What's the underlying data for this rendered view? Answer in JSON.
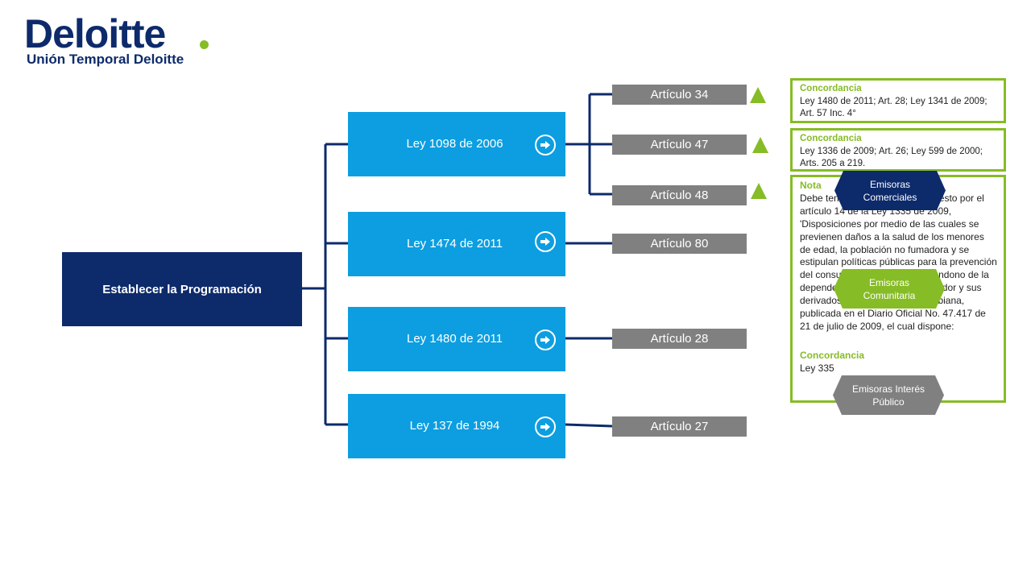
{
  "header": {
    "logo_text": "Deloitte",
    "subtitle": "Unión Temporal Deloitte"
  },
  "main": {
    "label": "Establecer la Programación"
  },
  "leyes": [
    {
      "label": "Ley 1098 de 2006",
      "icon": "arrow-right-circle-icon"
    },
    {
      "label": "Ley 1474 de 2011",
      "icon": "arrow-right-circle-icon"
    },
    {
      "label": "Ley 1480 de 2011",
      "icon": "arrow-right-circle-icon"
    },
    {
      "label": "Ley 137 de 1994",
      "icon": "arrow-right-circle-icon"
    }
  ],
  "articulos": [
    {
      "label": "Artículo 34"
    },
    {
      "label": "Artículo 47"
    },
    {
      "label": "Artículo 48"
    },
    {
      "label": "Artículo 80"
    },
    {
      "label": "Artículo 28"
    },
    {
      "label": "Artículo 27"
    }
  ],
  "notes": [
    {
      "head": "Concordancia",
      "body": "Ley 1480 de 2011; Art. 28;  Ley 1341 de 2009; Art. 57 Inc. 4°"
    },
    {
      "head": "Concordancia",
      "body": "Ley 1336 de 2009; Art. 26; Ley 599 de 2000; Arts. 205 a 219."
    },
    {
      "head": "Nota",
      "body": "Debe tenerse en cuenta lo dispuesto por el artículo 14 de la Ley 1335 de 2009, 'Disposiciones por medio de las cuales se previenen daños a la salud de los menores de edad, la población no fumadora y se estipulan políticas públicas para la prevención del consumo del tabaco y el abandono de la dependencia del tabaco del fumador y sus derivados en la población colombiana, publicada en el Diario Oficial No. 47.417 de 21 de julio de 2009, el cual dispone:",
      "head2": "Concordancia",
      "body2": "Ley 335"
    }
  ],
  "emisoras": [
    {
      "label": "Emisoras Comerciales"
    },
    {
      "label": "Emisoras Comunitaria"
    },
    {
      "label": "Emisoras Interés Público"
    }
  ],
  "colors": {
    "navy": "#0d2a6b",
    "blue": "#0c9ee0",
    "gray": "#808080",
    "green": "#86bc25"
  }
}
